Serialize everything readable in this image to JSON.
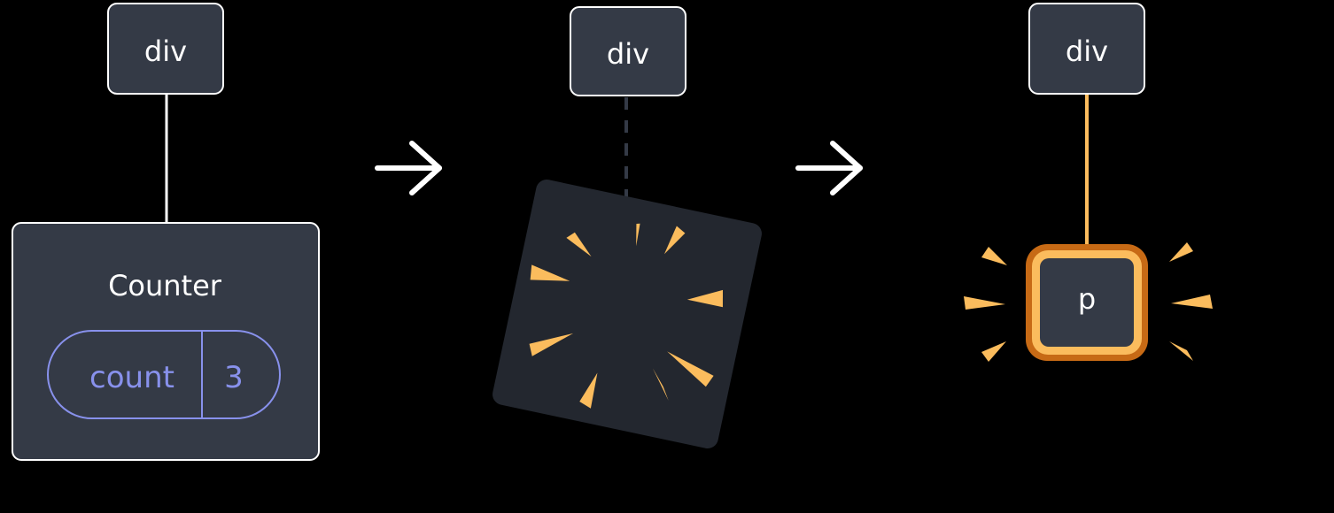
{
  "colors": {
    "background": "#000000",
    "node_fill": "#343a46",
    "node_border": "#ffffff",
    "dark_fill": "#23272f",
    "accent_yellow": "#fbbc5d",
    "accent_orange": "#c76a15",
    "state_purple": "#8891ec",
    "dashed_line": "#343a46"
  },
  "stages": [
    {
      "parent": {
        "label": "div"
      },
      "child": {
        "label": "Counter",
        "state": {
          "name": "count",
          "value": "3"
        }
      },
      "connector": "solid-white"
    },
    {
      "parent": {
        "label": "div"
      },
      "child": {
        "label": "",
        "state_note": "removed (burst)"
      },
      "connector": "dashed"
    },
    {
      "parent": {
        "label": "div"
      },
      "child": {
        "label": "p",
        "state_note": "new (highlighted)"
      },
      "connector": "solid-yellow"
    }
  ],
  "arrows": [
    {
      "icon": "arrow-right-icon"
    },
    {
      "icon": "arrow-right-icon"
    }
  ]
}
